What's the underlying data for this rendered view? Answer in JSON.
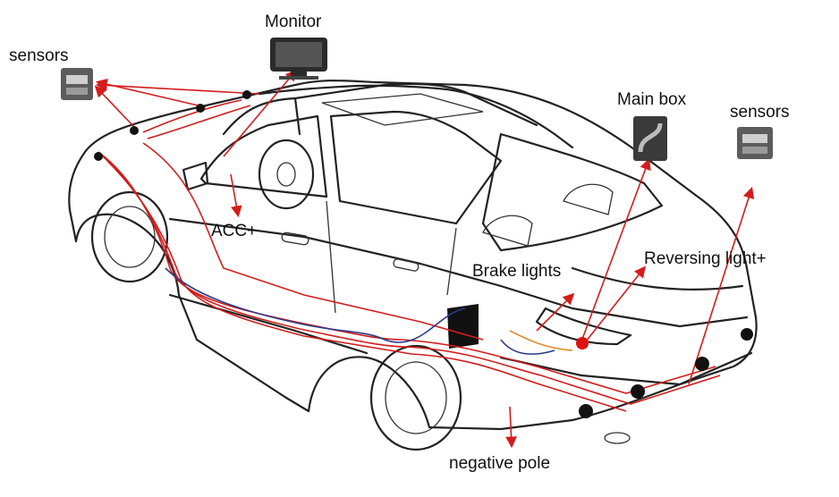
{
  "labels": {
    "monitor": "Monitor",
    "sensors_left": "sensors",
    "sensors_right": "sensors",
    "main_box": "Main box",
    "acc": "ACC+",
    "brake_lights": "Brake lights",
    "reversing_light": "Reversing light+",
    "negative_pole": "negative pole"
  },
  "colors": {
    "wire_red": "#d41c1c",
    "wire_blue": "#2a3a8a",
    "wire_orange": "#e08a2a",
    "outline": "#222222",
    "sensor_dot": "#111111",
    "reversing_dot": "#e01010"
  },
  "icons": [
    "monitor-icon",
    "sensor-icon",
    "main-box-icon"
  ]
}
